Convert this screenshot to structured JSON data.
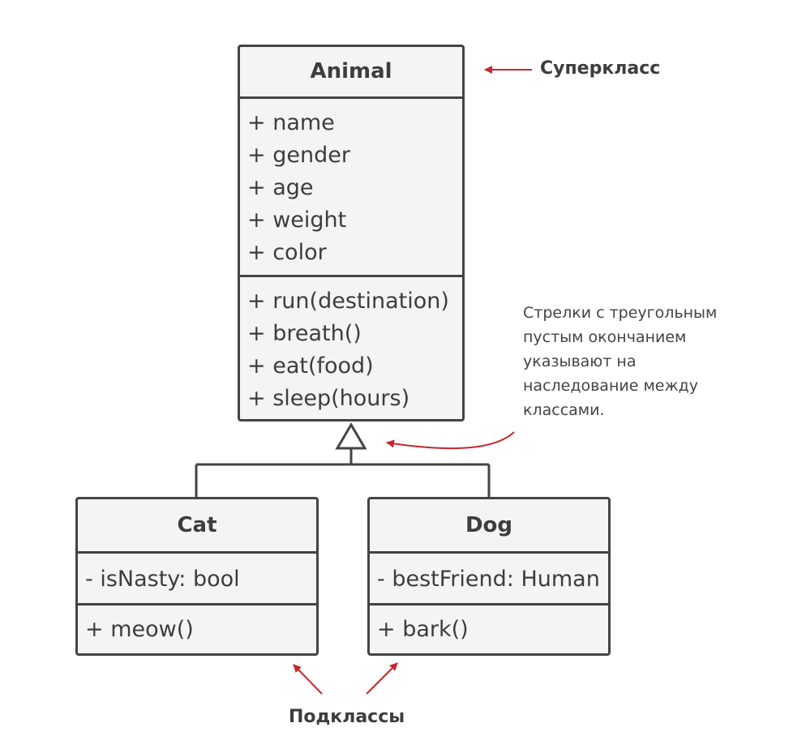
{
  "superclass": {
    "name": "Animal",
    "attributes": [
      "+ name",
      "+ gender",
      "+ age",
      "+ weight",
      "+ color"
    ],
    "methods": [
      "+ run(destination)",
      "+ breath()",
      "+ eat(food)",
      "+ sleep(hours)"
    ]
  },
  "subclasses": [
    {
      "name": "Cat",
      "attributes": [
        "- isNasty: bool"
      ],
      "methods": [
        "+ meow()"
      ]
    },
    {
      "name": "Dog",
      "attributes": [
        "- bestFriend: Human"
      ],
      "methods": [
        "+ bark()"
      ]
    }
  ],
  "annotations": {
    "superclass_label": "Суперкласс",
    "subclasses_label": "Подклассы",
    "note_lines": [
      "Стрелки с треугольным",
      "пустым окончанием",
      "указывают на",
      "наследование между",
      "классами."
    ]
  },
  "colors": {
    "border": "#444444",
    "fill": "#f4f4f4",
    "accent": "#c9252c"
  }
}
